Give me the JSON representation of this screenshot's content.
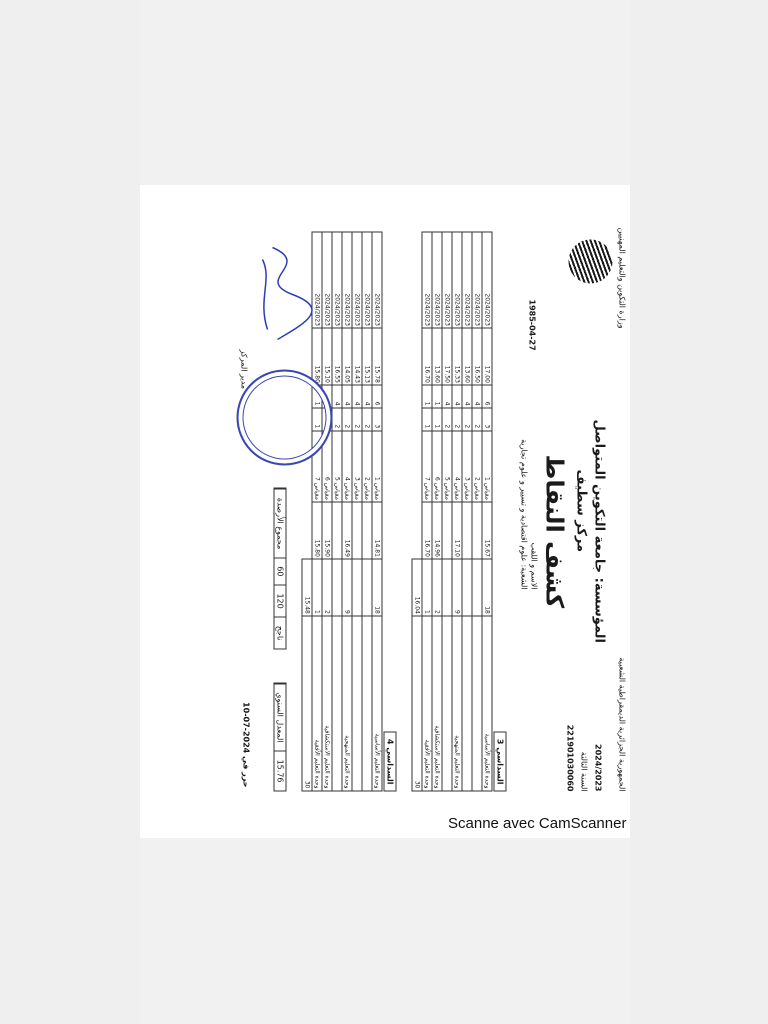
{
  "scan_footer": "Scanne avec CamScanner",
  "document": {
    "ministry": "وزارة التكوين والتعليم المهنيين",
    "republic": "الجمهورية الجزائرية الديمقراطية الشعبية",
    "institution": "المؤسسة: جامعة التكوين المتواصل",
    "center": "مركز سطيف",
    "title": "كشف النقاط",
    "academic_year": "2024/2023",
    "student_name": "الاسم و اللقب",
    "reg_number": "221901030060",
    "birth_date": "1985-04-27",
    "field": "الشعبة: علوم اقتصادية و تسيير و علوم تجارية",
    "level": "السنة الثالثة",
    "semester3": {
      "label": "السداسي 3",
      "units": [
        {
          "unit": "وحدة التعليم الأساسية",
          "credits": "18",
          "grade": "15.67",
          "module": "مقياس 1",
          "coef": "3",
          "credit": "6",
          "mark": "17.00",
          "session": "2024/2023"
        },
        {
          "unit": "",
          "credits": "",
          "grade": "",
          "module": "مقياس 2",
          "coef": "2",
          "credit": "4",
          "mark": "16.50",
          "session": "2024/2023"
        },
        {
          "unit": "",
          "credits": "",
          "grade": "",
          "module": "مقياس 3",
          "coef": "2",
          "credit": "4",
          "mark": "13.60",
          "session": "2024/2023"
        },
        {
          "unit": "وحدة التعليم المنهجية",
          "credits": "9",
          "grade": "17.10",
          "module": "مقياس 4",
          "coef": "2",
          "credit": "4",
          "mark": "15.33",
          "session": "2024/2023"
        },
        {
          "unit": "",
          "credits": "",
          "grade": "",
          "module": "مقياس 5",
          "coef": "2",
          "credit": "4",
          "mark": "17.50",
          "session": "2024/2023"
        },
        {
          "unit": "وحدة التعليم الاستكشافية",
          "credits": "2",
          "grade": "14.96",
          "module": "مقياس 6",
          "coef": "1",
          "credit": "1",
          "mark": "13.60",
          "session": "2024/2023"
        },
        {
          "unit": "وحدة التعليم الأفقية",
          "credits": "1",
          "grade": "16.70",
          "module": "مقياس 7",
          "coef": "1",
          "credit": "1",
          "mark": "16.70",
          "session": "2024/2023"
        }
      ],
      "total_credits": "30",
      "average": "16.04"
    },
    "semester4": {
      "label": "السداسي 4",
      "units": [
        {
          "unit": "وحدة التعليم الأساسية",
          "credits": "18",
          "grade": "14.81",
          "module": "مقياس 1",
          "coef": "3",
          "credit": "6",
          "mark": "15.78",
          "session": "2024/2023"
        },
        {
          "unit": "",
          "credits": "",
          "grade": "",
          "module": "مقياس 2",
          "coef": "2",
          "credit": "4",
          "mark": "15.13",
          "session": "2024/2023"
        },
        {
          "unit": "",
          "credits": "",
          "grade": "",
          "module": "مقياس 3",
          "coef": "2",
          "credit": "4",
          "mark": "14.43",
          "session": "2024/2023"
        },
        {
          "unit": "وحدة التعليم المنهجية",
          "credits": "9",
          "grade": "16.49",
          "module": "مقياس 4",
          "coef": "2",
          "credit": "4",
          "mark": "14.05",
          "session": "2024/2023"
        },
        {
          "unit": "",
          "credits": "",
          "grade": "",
          "module": "مقياس 5",
          "coef": "2",
          "credit": "4",
          "mark": "16.55",
          "session": "2024/2023"
        },
        {
          "unit": "وحدة التعليم الاستكشافية",
          "credits": "2",
          "grade": "15.90",
          "module": "مقياس 6",
          "coef": "1",
          "credit": "1",
          "mark": "15.10",
          "session": "2024/2023"
        },
        {
          "unit": "وحدة التعليم الأفقية",
          "credits": "1",
          "grade": "15.80",
          "module": "مقياس 7",
          "coef": "1",
          "credit": "1",
          "mark": "15.80",
          "session": "2024/2023"
        }
      ],
      "total_credits": "30",
      "average": "15.48"
    },
    "summary": {
      "total_credits_label": "مجموع الأرصدة",
      "total_credits": "60",
      "year_credits": "120",
      "annual_average_label": "المعدل السنوي",
      "annual_average": "15.76",
      "decision": "ناجح",
      "date_line": "حرر في 2024-07-10"
    },
    "signature_label": "مدير المركز"
  }
}
